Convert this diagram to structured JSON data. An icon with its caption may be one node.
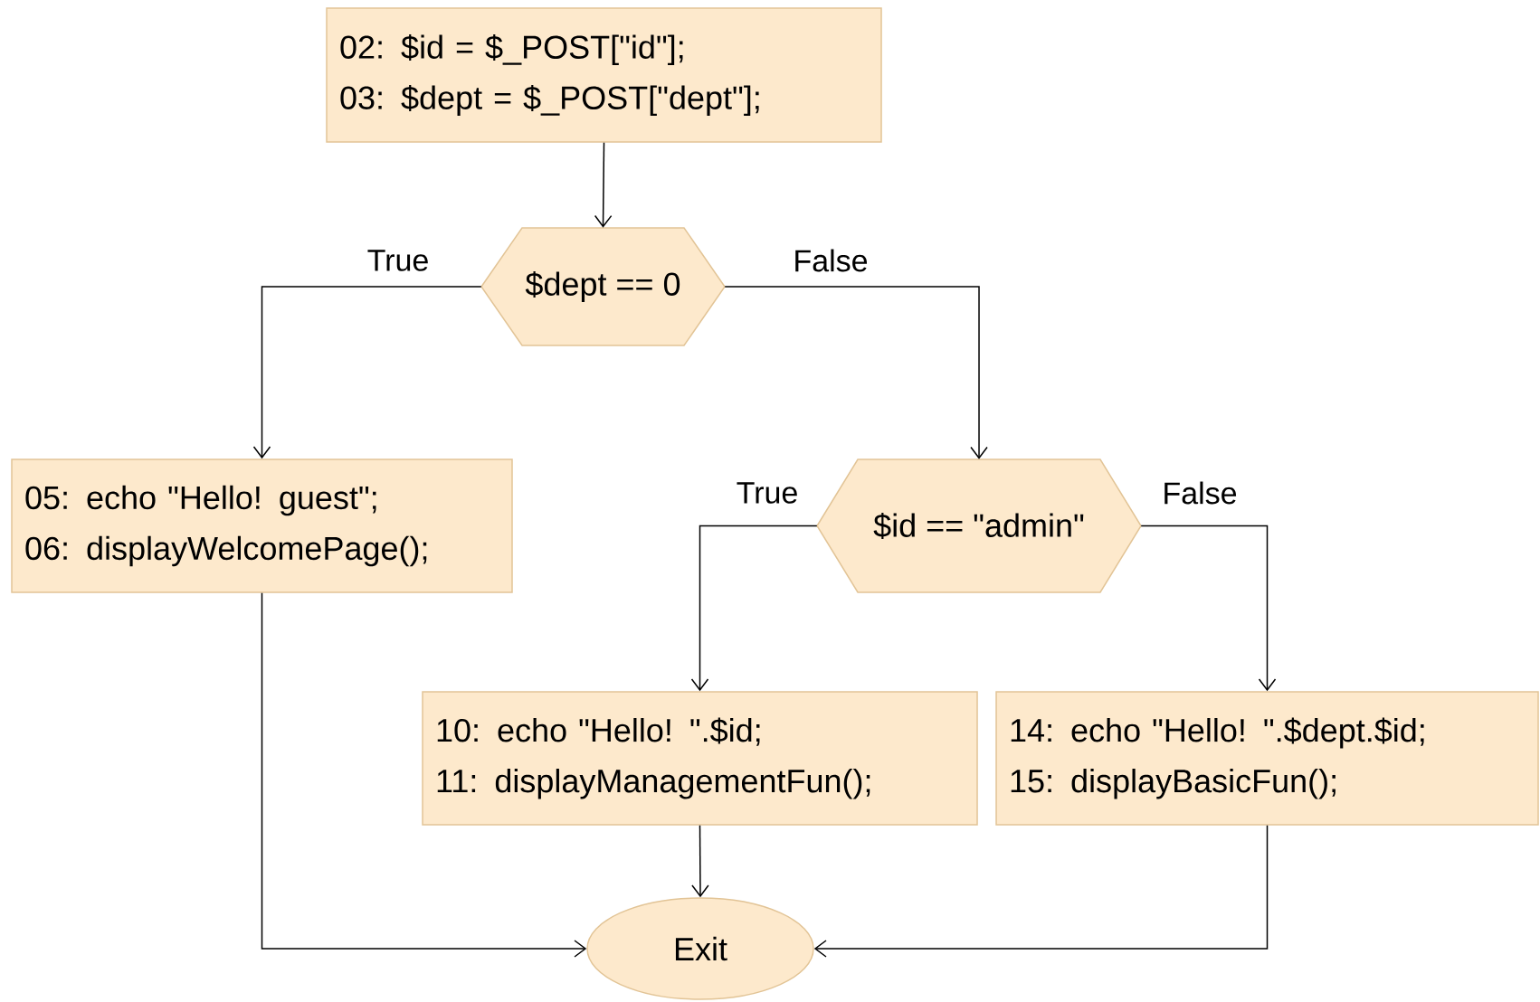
{
  "diagram": {
    "nodes": [
      {
        "text": [
          "02:  $id = $_POST[\"id\"];",
          "03:  $dept = $_POST[\"dept\"];"
        ]
      },
      {
        "text": [
          "$dept == 0"
        ]
      },
      {
        "text": [
          "05:  echo \"Hello! guest\";",
          "06:  displayWelcomePage();"
        ]
      },
      {
        "text": [
          "$id == \"admin\""
        ]
      },
      {
        "text": [
          "10:  echo \"Hello! \".$id;",
          "11:  displayManagementFun();"
        ]
      },
      {
        "text": [
          "14:  echo \"Hello! \".$dept.$id;",
          "15:  displayBasicFun();"
        ]
      },
      {
        "text": [
          "Exit"
        ]
      }
    ],
    "edges": [
      {
        "from": 0,
        "to": 1,
        "arrow": "to"
      },
      {
        "from": 1,
        "to": 2,
        "arrow": "to",
        "label": "True"
      },
      {
        "from": 1,
        "to": 3,
        "arrow": "to",
        "label": "False"
      },
      {
        "from": 3,
        "to": 4,
        "arrow": "to",
        "label": "True"
      },
      {
        "from": 3,
        "to": 5,
        "arrow": "to",
        "label": "False"
      },
      {
        "from": 2,
        "to": 6,
        "arrow": "to"
      },
      {
        "from": 4,
        "to": 6,
        "arrow": "to"
      },
      {
        "from": 5,
        "to": 6,
        "arrow": "to"
      }
    ]
  }
}
